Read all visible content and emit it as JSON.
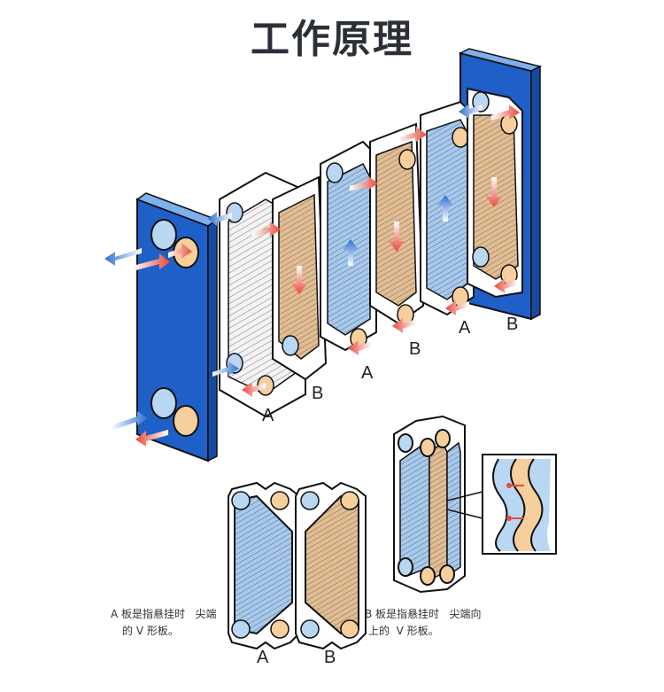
{
  "title": "工作原理",
  "colors": {
    "frame_blue": "#1e5fc8",
    "frame_edge": "#7fb0ec",
    "plate_blue": "#a9c9ea",
    "plate_tan": "#e0bd94",
    "port_tan": "#f6cf9c",
    "port_blue": "#b9d6f3",
    "hot_arrow": "#e8483a",
    "cold_arrow": "#2f6fd1",
    "outline": "#111111"
  },
  "stack_labels": [
    "A",
    "B",
    "A",
    "B",
    "A",
    "B"
  ],
  "detail_labels": [
    "A",
    "B"
  ],
  "captions": {
    "a_line1": "A 板是指悬挂时   尖端",
    "a_line2": "的 V 形板。",
    "b_line1": "B 板是指悬挂时   尖端向",
    "b_line2": "上的  V 形板。"
  }
}
